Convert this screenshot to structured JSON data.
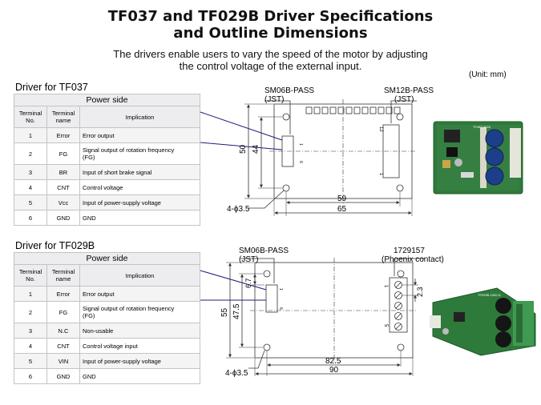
{
  "title": {
    "line1": "TF037 and TF029B Driver Specifications",
    "line2": "and Outline Dimensions"
  },
  "subtitle": {
    "line1": "The drivers enable users to vary the speed of the motor by adjusting",
    "line2": "the control voltage of the external input."
  },
  "unit_note": "(Unit: mm)",
  "tf037": {
    "section_label": "Driver  for TF037",
    "table": {
      "power_side": "Power side",
      "headers": {
        "no_line1": "Terminal",
        "no_line2": "No.",
        "name_line1": "Terminal",
        "name_line2": "name",
        "implication": "Implication"
      },
      "rows": [
        {
          "no": "1",
          "name": "Error",
          "impl": "Error  output",
          "impl2": ""
        },
        {
          "no": "2",
          "name": "FG",
          "impl": "Signal  output of rotation frequency",
          "impl2": "(FG)"
        },
        {
          "no": "3",
          "name": "BR",
          "impl": "Input of short brake signal",
          "impl2": ""
        },
        {
          "no": "4",
          "name": "CNT",
          "impl": "Control voltage",
          "impl2": ""
        },
        {
          "no": "5",
          "name": "Vcc",
          "impl": "Input of power-supply voltage",
          "impl2": ""
        },
        {
          "no": "6",
          "name": "GND",
          "impl": "GND",
          "impl2": ""
        }
      ]
    },
    "drawing": {
      "conn_left": "SM06B-PASS",
      "conn_left_jst": "(JST)",
      "conn_right": "SM12B-PASS",
      "conn_right_jst": "(JST)",
      "dim_height_outer": "50",
      "dim_height_inner": "44",
      "dim_width_inner": "59",
      "dim_width_outer": "65",
      "hole": "4-ϕ3.5",
      "pin_1": "1",
      "pin_6": "6",
      "pin_12": "12",
      "pin_1r": "1"
    }
  },
  "tf029b": {
    "section_label": "Driver  for TF029B",
    "table": {
      "power_side": "Power side",
      "headers": {
        "no_line1": "Terminal",
        "no_line2": "No.",
        "name_line1": "Terminal",
        "name_line2": "name",
        "implication": "Implication"
      },
      "rows": [
        {
          "no": "1",
          "name": "Error",
          "impl": "Error  output",
          "impl2": ""
        },
        {
          "no": "2",
          "name": "FG",
          "impl": "Signal  output of rotation frequency",
          "impl2": "(FG)"
        },
        {
          "no": "3",
          "name": "N.C",
          "impl": "Non-usable",
          "impl2": ""
        },
        {
          "no": "4",
          "name": "CNT",
          "impl": "Control voltage input",
          "impl2": ""
        },
        {
          "no": "5",
          "name": "VIN",
          "impl": "Input of power-supply voltage",
          "impl2": ""
        },
        {
          "no": "6",
          "name": "GND",
          "impl": "GND",
          "impl2": ""
        }
      ]
    },
    "drawing": {
      "conn_left": "SM06B-PASS",
      "conn_left_jst": "(JST)",
      "conn_right": "1729157",
      "conn_right_sub": "(Phoenix contact)",
      "dim_height_outer": "55",
      "dim_height_inner": "47.5",
      "dim_small": "6.7",
      "dim_pitch": "2.3",
      "dim_width_inner": "82.5",
      "dim_width_outer": "90",
      "hole": "4-ϕ3.5",
      "pin_1": "1",
      "pin_6": "6",
      "pin_1r": "1",
      "pin_5r": "5"
    }
  },
  "photo_text": {
    "tf037": "TF48T-0026",
    "tf029b": "TF029B-1000-D"
  },
  "colors": {
    "table_border": "#1c1c7a",
    "pcb_green": "#2e7a3a",
    "capacitor_blue": "#1d3f8a"
  }
}
